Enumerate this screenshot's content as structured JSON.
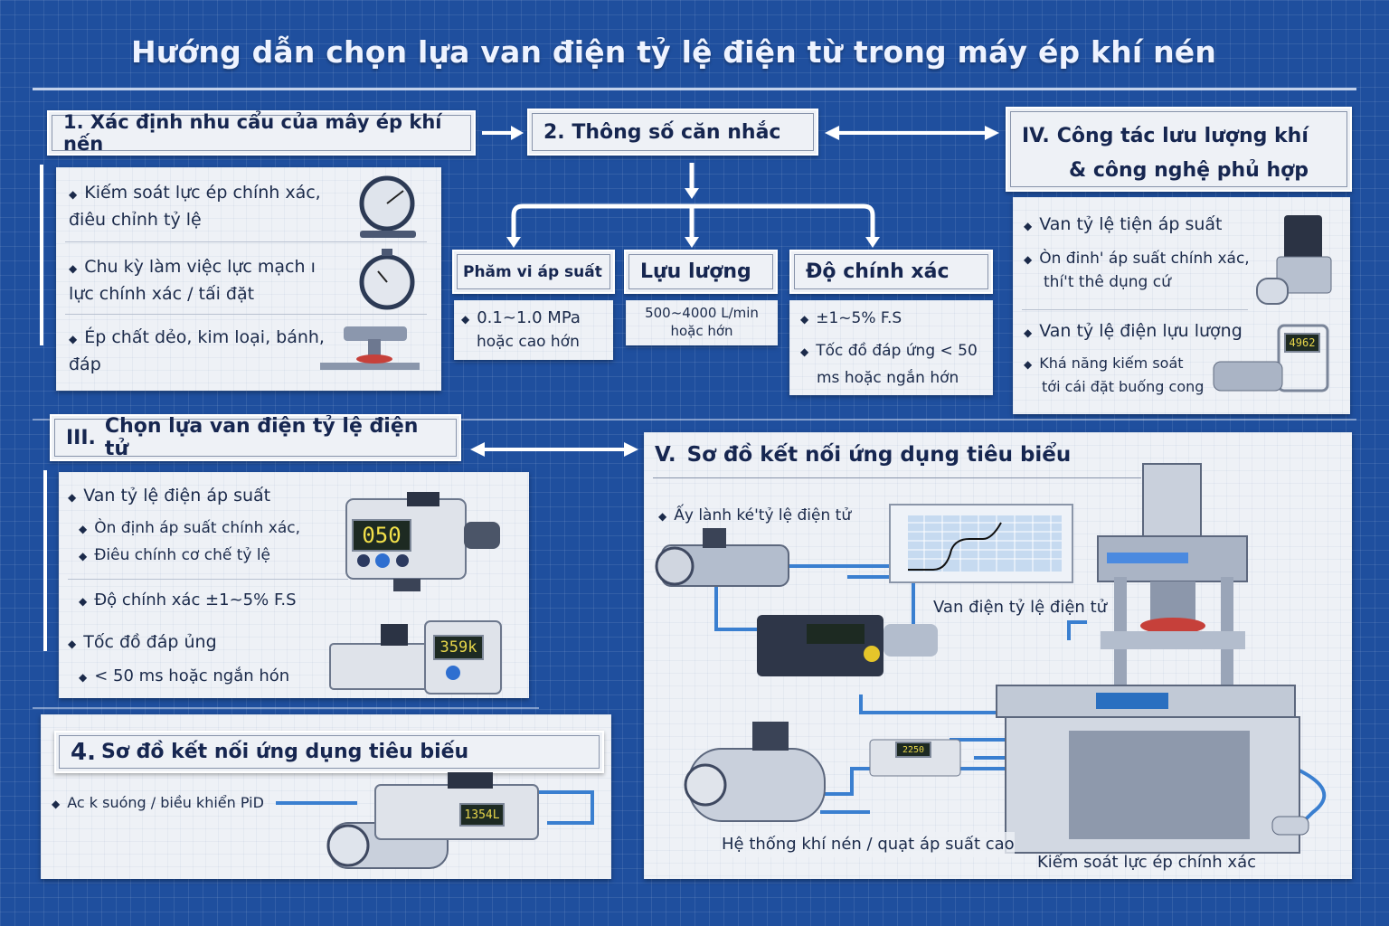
{
  "title": "Hướng dẫn chọn lựa van điện tỷ lệ điện từ trong máy ép khí nén",
  "section1": {
    "header": "1. Xác định nhu cẩu của mây ép khí nến",
    "items": [
      "Kiếm soát lực ép chính xác, điêu chỉnh tỷ lệ",
      "Chu kỳ làm việc lực mạch ı lực chính xác / tấi đặt",
      "Ép chất dẻo, kim loại, bánh, đáp"
    ]
  },
  "section2": {
    "header": "2. Thông số căn nhắc",
    "pressure": {
      "header": "Phăm vi áp suất",
      "line1": "0.1~1.0 MPa",
      "line2": "hoặc cao hớn"
    },
    "flow": {
      "header": "Lựu lượng",
      "line1": "500~4000 L/min",
      "line2": "hoặc hớn"
    },
    "accuracy": {
      "header": "Độ chính xác",
      "line1": "±1~5% F.S",
      "line2": "Tốc đồ đáp ứng < 50",
      "line3": "ms hoặc ngắn hớn"
    }
  },
  "section4roman": {
    "header_num": "IV.",
    "header_line1": "Công tác lưu lượng khí",
    "header_line2": "& công nghệ phủ hợp",
    "items": [
      "Van tỷ lệ tiện áp suất",
      "Òn đinh' áp suất chính xác,",
      "thí't thê dụng cứ",
      "Van tỷ lệ điện lựu lượng",
      "Khá năng kiếm soát",
      "tới cái đặt buống cong"
    ],
    "lcd": "4962"
  },
  "section3": {
    "header_num": "III.",
    "header": "Chọn lựa van điện tỷ lệ điện tử",
    "items": [
      "Van tỷ lệ điện áp suất",
      "Òn định áp suất chính xác,",
      "Điêu chính cơ chế tỷ lệ",
      "Độ chính xác ±1~5% F.S",
      "Tốc đồ đáp ủng",
      "< 50 ms hoặc ngắn hón"
    ],
    "lcd1": "050",
    "lcd2": "359k"
  },
  "section5": {
    "header_num": "V.",
    "header": "Sơ đồ kết nối ứng dụng tiêu biểu",
    "bullet": "Ấy lành ké'tỷ lệ điện tử",
    "valve_label": "Van điện tỷ lệ điện tử",
    "system_label": "Hệ thống khí nén / quạt áp suất cao",
    "control_label": "Kiếm soát lực ép chính xác",
    "lcd": "2250"
  },
  "section4": {
    "header_num": "4.",
    "header": "Sơ đồ kết nối ứng dụng tiêu biếu",
    "bullet": "Ac k suóng / biều khiển PiD",
    "lcd": "1354L"
  },
  "colors": {
    "background": "#1f4f9e",
    "card": "#eef1f6",
    "text": "#162650",
    "pipe": "#3a7fd0"
  }
}
